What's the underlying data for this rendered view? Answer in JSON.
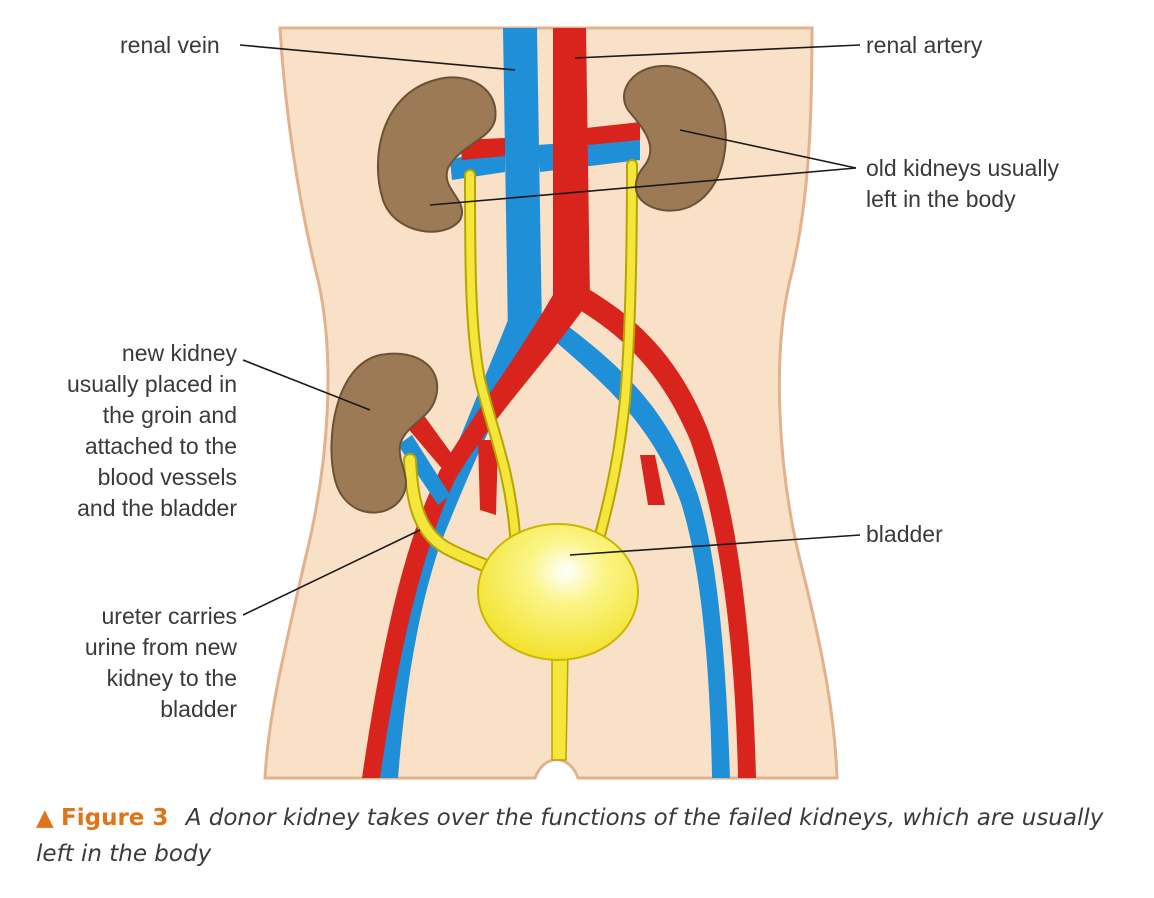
{
  "labels": {
    "renal_vein": "renal vein",
    "renal_artery": "renal artery",
    "old_kidneys": [
      "old kidneys usually",
      "left in the body"
    ],
    "new_kidney": [
      "new kidney",
      "usually placed in",
      "the groin and",
      "attached to the",
      "blood vessels",
      "and the bladder"
    ],
    "bladder": "bladder",
    "ureter": [
      "ureter carries",
      "urine from new",
      "kidney to the",
      "bladder"
    ]
  },
  "caption": {
    "marker": "▲",
    "figure_number": "Figure 3",
    "text": "A donor kidney takes over the functions of the failed kidneys, which are usually left in the body"
  },
  "colors": {
    "skin": "#f8e1c6",
    "skin_outline": "#e2b28e",
    "artery": "#d9231d",
    "vein": "#1f8fd8",
    "ureter": "#f4e63a",
    "kidney": "#9b7a55",
    "bladder": "#f7ef4a",
    "accent": "#e07418"
  }
}
